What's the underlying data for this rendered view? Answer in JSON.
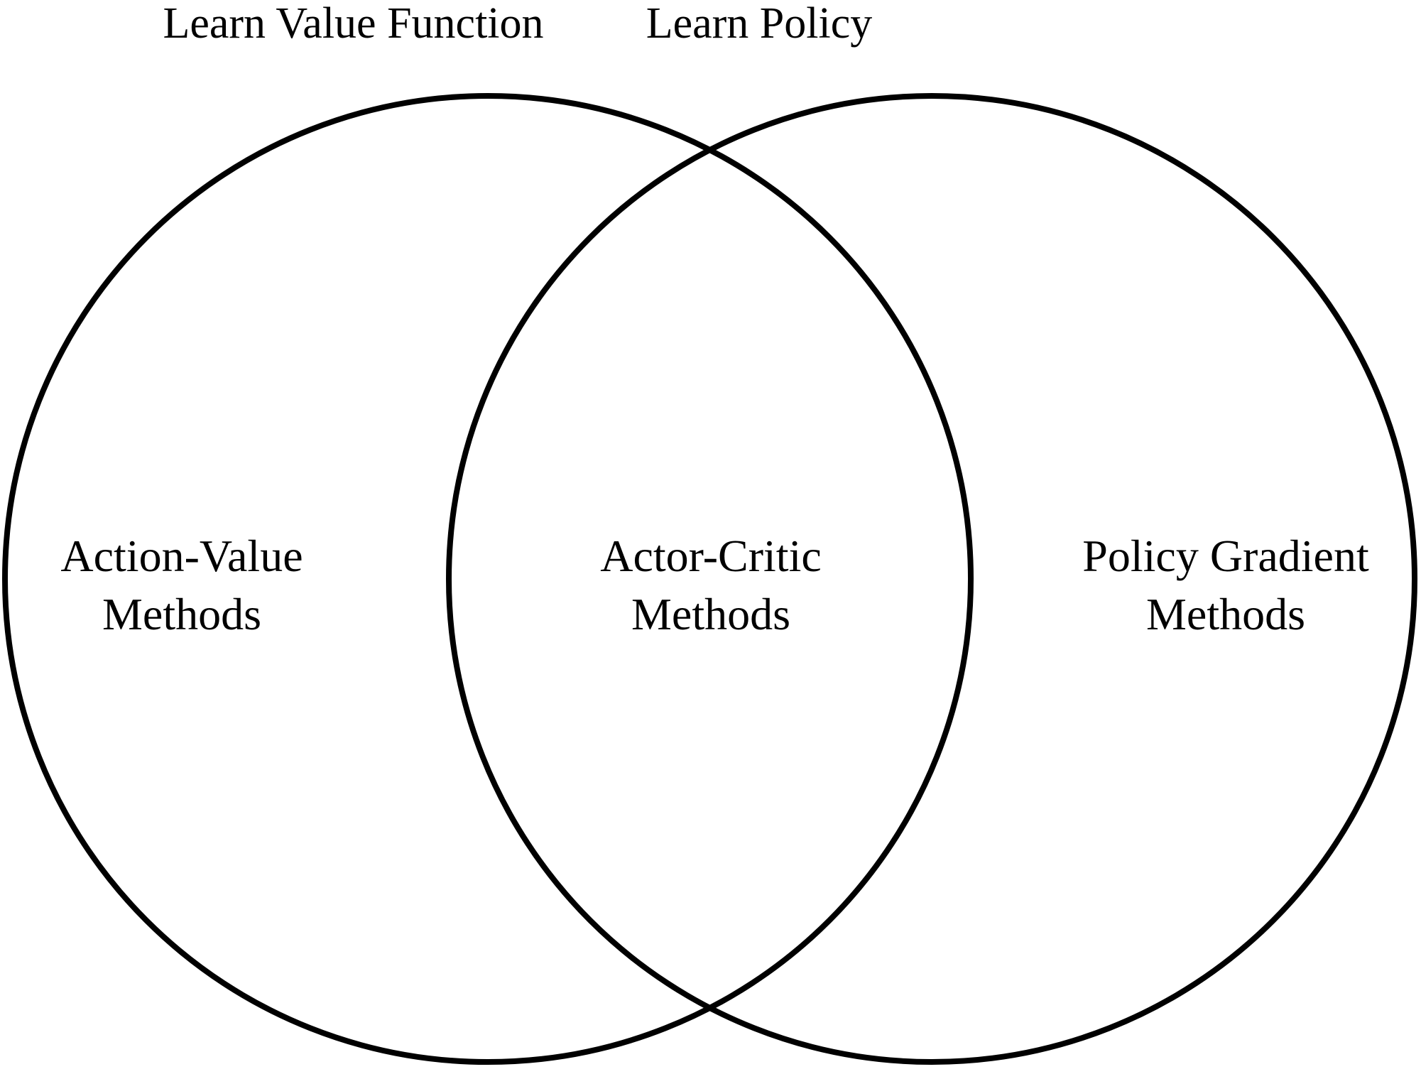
{
  "diagram": {
    "type": "venn",
    "title_left": "Learn Value Function",
    "title_right": "Learn Policy",
    "background_color": "#ffffff",
    "stroke_color": "#000000",
    "sets": [
      {
        "name": "learn-value-function",
        "header": "Learn Value Function",
        "label_line1": "Action-Value",
        "label_line2": "Methods"
      },
      {
        "name": "learn-policy",
        "header": "Learn Policy",
        "label_line1": "Policy Gradient",
        "label_line2": "Methods"
      }
    ],
    "intersection": {
      "name": "actor-critic",
      "label_line1": "Actor-Critic",
      "label_line2": "Methods"
    }
  }
}
